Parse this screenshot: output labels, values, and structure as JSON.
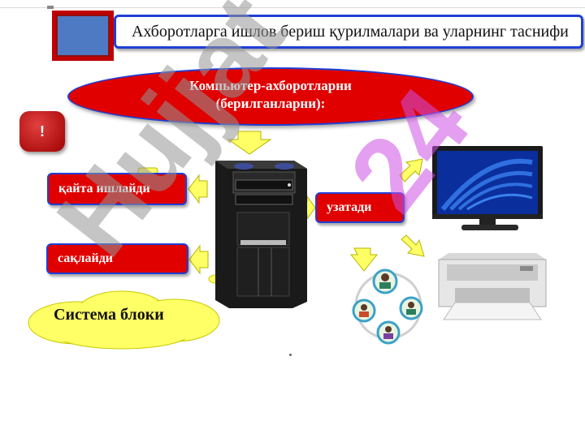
{
  "slide": {
    "title": "Ахборотларга ишлов бериш қурилмалари ва уларнинг таснифи",
    "ellipse_text_line1": "Компьютер-ахборотларни",
    "ellipse_text_line2": "(берилганларни):",
    "exclamation": "!",
    "labels": {
      "kayta": "қайта ишлайди",
      "saklaydi": "сақлайди",
      "uzatadi": "узатади"
    },
    "cloud_label": "Система блоки"
  },
  "watermark": {
    "left_text": "Hujjat",
    "right_text": "24"
  },
  "icons": {
    "system_unit": "pc-tower-icon",
    "monitor": "monitor-icon",
    "printer": "printer-icon",
    "network": "people-network-icon"
  },
  "colors": {
    "red": "#e00000",
    "blue_border": "#1f3fd6",
    "arrow_yellow": "#ffff66",
    "square_blue": "#4e7ac4"
  }
}
